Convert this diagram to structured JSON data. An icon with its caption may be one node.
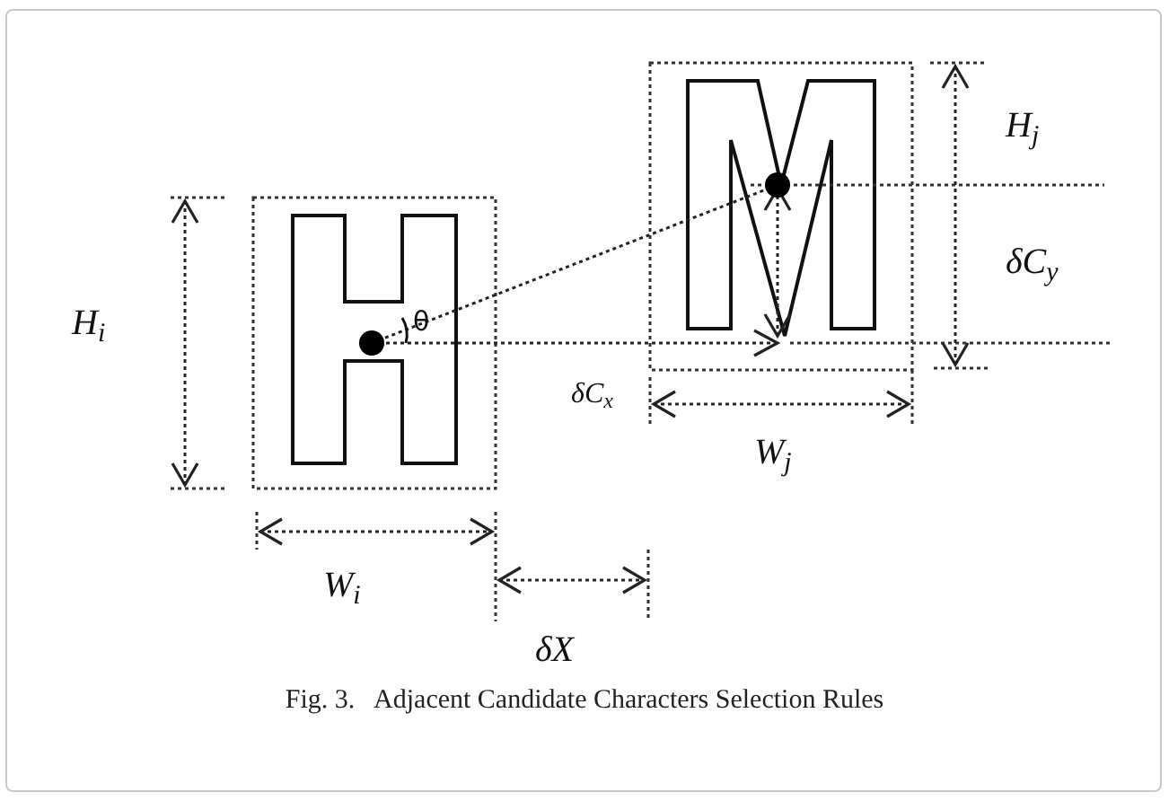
{
  "diagram": {
    "caption": "Fig. 3.   Adjacent Candidate Characters Selection Rules",
    "labels": [
      "H$_{i}$",
      "θ",
      "δC$_{x}$",
      "W$_{i}$",
      "δX",
      "H$_{j}$",
      "δC$_{y}$",
      "W$_{j}$"
    ]
  }
}
